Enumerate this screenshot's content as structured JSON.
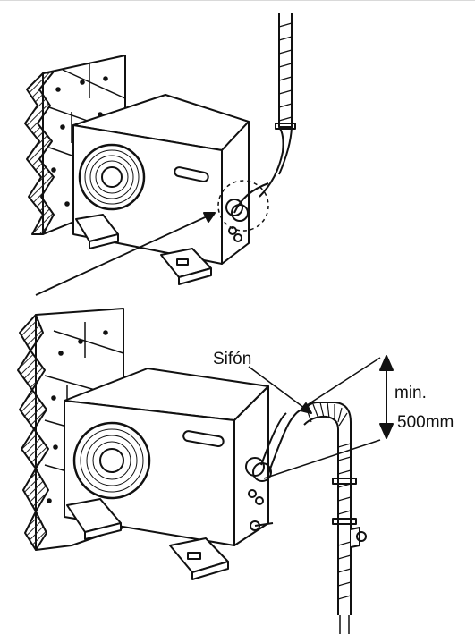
{
  "labels": {
    "siphon": "Sifón",
    "min": "min.",
    "height": "500mm"
  },
  "colors": {
    "line": "#111111",
    "hatch": "#222222",
    "background": "#ffffff"
  }
}
